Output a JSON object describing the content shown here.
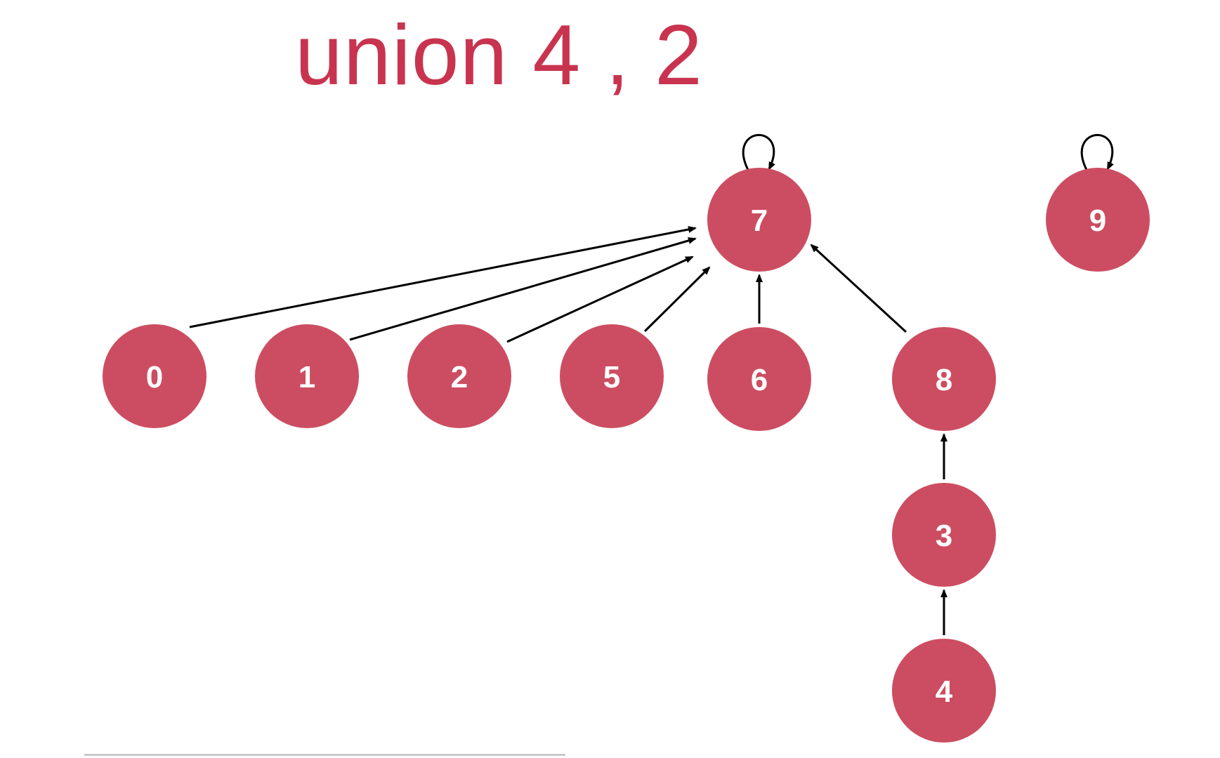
{
  "title": "union 4 , 2",
  "colors": {
    "node_fill": "#cc4d61",
    "node_text": "#ffffff",
    "edge": "#000000",
    "title": "#c8344f"
  },
  "nodes": [
    {
      "id": "7",
      "label": "7",
      "root": true
    },
    {
      "id": "9",
      "label": "9",
      "root": true
    },
    {
      "id": "0",
      "label": "0"
    },
    {
      "id": "1",
      "label": "1"
    },
    {
      "id": "2",
      "label": "2"
    },
    {
      "id": "5",
      "label": "5"
    },
    {
      "id": "6",
      "label": "6"
    },
    {
      "id": "8",
      "label": "8"
    },
    {
      "id": "3",
      "label": "3"
    },
    {
      "id": "4",
      "label": "4"
    }
  ],
  "edges": [
    {
      "from": "0",
      "to": "7"
    },
    {
      "from": "1",
      "to": "7"
    },
    {
      "from": "2",
      "to": "7"
    },
    {
      "from": "5",
      "to": "7"
    },
    {
      "from": "6",
      "to": "7"
    },
    {
      "from": "8",
      "to": "7"
    },
    {
      "from": "3",
      "to": "8"
    },
    {
      "from": "4",
      "to": "3"
    }
  ]
}
